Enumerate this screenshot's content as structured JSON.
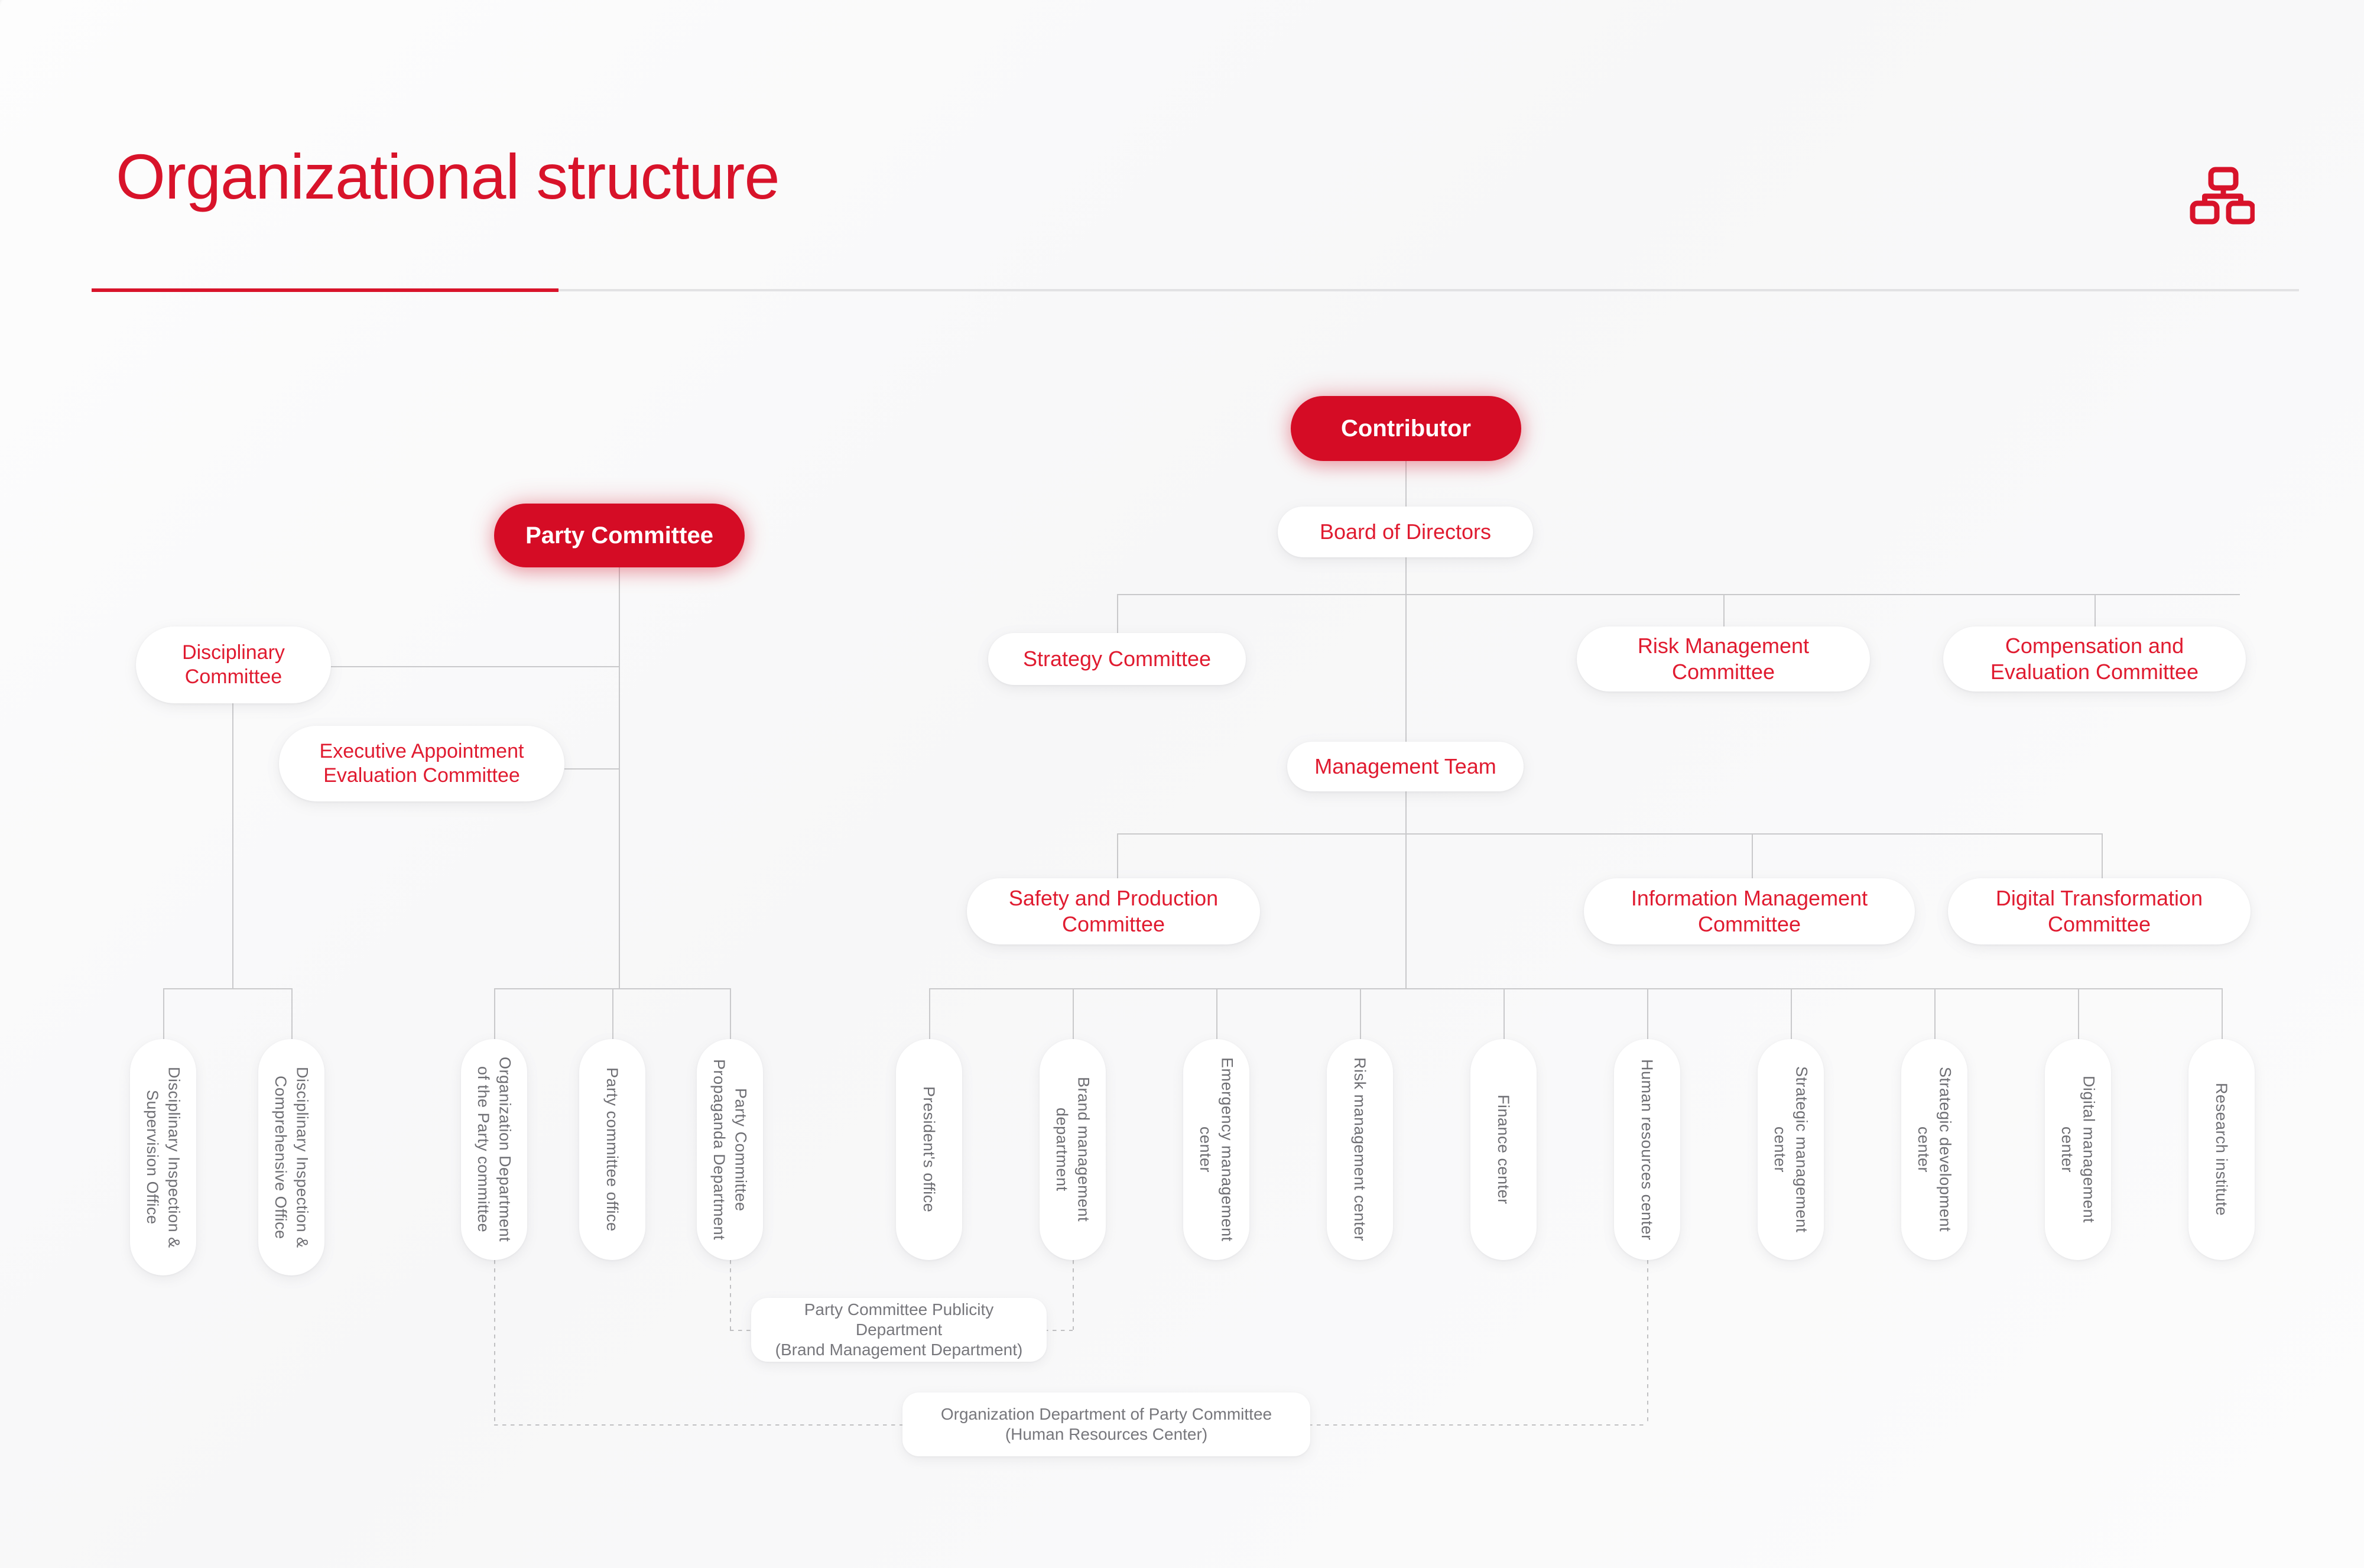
{
  "header": {
    "title": "Organizational structure",
    "icon": "org-chart-icon",
    "accent_color": "#d8132a",
    "rule_color": "#e2e2e4"
  },
  "chart_data": {
    "type": "diagram",
    "diagram_kind": "organizational-chart",
    "colors": {
      "primary_node_fill": "#d50c25",
      "primary_node_text": "#ffffff",
      "committee_node_text": "#e01b30",
      "department_node_text": "#6e6e73",
      "note_node_text": "#77777c",
      "connector": "#c9c9cb"
    },
    "roots": [
      {
        "id": "party_committee",
        "label": "Party Committee",
        "style": "primary"
      },
      {
        "id": "contributor",
        "label": "Contributor",
        "style": "primary"
      }
    ],
    "levels": [
      {
        "name": "level-1",
        "nodes": [
          {
            "id": "board_of_directors",
            "label": "Board of Directors",
            "parent": "contributor",
            "style": "committee"
          }
        ]
      },
      {
        "name": "level-2-party",
        "nodes": [
          {
            "id": "disciplinary_committee",
            "label": "Disciplinary\nCommittee",
            "parent": "party_committee",
            "style": "committee"
          },
          {
            "id": "executive_appointment_evaluation_committee",
            "label": "Executive Appointment\nEvaluation Committee",
            "parent": "party_committee",
            "style": "committee"
          }
        ]
      },
      {
        "name": "level-2-board",
        "nodes": [
          {
            "id": "strategy_committee",
            "label": "Strategy Committee",
            "parent": "board_of_directors",
            "style": "committee"
          },
          {
            "id": "risk_management_committee",
            "label": "Risk Management\nCommittee",
            "parent": "board_of_directors",
            "style": "committee"
          },
          {
            "id": "compensation_and_evaluation_committee",
            "label": "Compensation and\nEvaluation Committee",
            "parent": "board_of_directors",
            "style": "committee"
          }
        ]
      },
      {
        "name": "level-3",
        "nodes": [
          {
            "id": "management_team",
            "label": "Management Team",
            "parent": "board_of_directors",
            "style": "committee"
          }
        ]
      },
      {
        "name": "level-4",
        "nodes": [
          {
            "id": "safety_and_production_committee",
            "label": "Safety and Production\nCommittee",
            "parent": "management_team",
            "style": "committee"
          },
          {
            "id": "information_management_committee",
            "label": "Information Management\nCommittee",
            "parent": "management_team",
            "style": "committee"
          },
          {
            "id": "digital_transformation_committee",
            "label": "Digital Transformation\nCommittee",
            "parent": "management_team",
            "style": "committee"
          }
        ]
      }
    ],
    "departments": [
      {
        "id": "disciplinary_inspection_supervision_office",
        "label": "Disciplinary Inspection &\nSupervision Office",
        "group": "discipline"
      },
      {
        "id": "disciplinary_inspection_comprehensive_office",
        "label": "Disciplinary Inspection &\nComprehensive Office",
        "group": "discipline"
      },
      {
        "id": "organization_department_of_the_party_committee",
        "label": "Organization Department\nof the Party committee",
        "group": "party"
      },
      {
        "id": "party_committee_office",
        "label": "Party committee office",
        "group": "party"
      },
      {
        "id": "party_committee_propaganda_department",
        "label": "Party Committee\nPropaganda Department",
        "group": "party"
      },
      {
        "id": "presidents_office",
        "label": "President's office",
        "group": "management"
      },
      {
        "id": "brand_management_department",
        "label": "Brand management\ndepartment",
        "group": "management"
      },
      {
        "id": "emergency_management_center",
        "label": "Emergency management\ncenter",
        "group": "management"
      },
      {
        "id": "risk_management_center",
        "label": "Risk management center",
        "group": "management"
      },
      {
        "id": "finance_center",
        "label": "Finance center",
        "group": "management"
      },
      {
        "id": "human_resources_center",
        "label": "Human resources center",
        "group": "management"
      },
      {
        "id": "strategic_management_center",
        "label": "Strategic management\ncenter",
        "group": "management"
      },
      {
        "id": "strategic_development_center",
        "label": "Strategic development\ncenter",
        "group": "management"
      },
      {
        "id": "digital_management_center",
        "label": "Digital management\ncenter",
        "group": "management"
      },
      {
        "id": "research_institute",
        "label": "Research institute",
        "group": "management"
      }
    ],
    "notes": [
      {
        "id": "party_committee_publicity_department_note",
        "label": "Party Committee Publicity Department\n(Brand Management Department)",
        "links": [
          "party_committee_propaganda_department",
          "brand_management_department"
        ],
        "link_style": "dotted"
      },
      {
        "id": "organization_department_of_party_committee_note",
        "label": "Organization Department of Party Committee\n(Human Resources Center)",
        "links": [
          "organization_department_of_the_party_committee",
          "human_resources_center"
        ],
        "link_style": "dotted"
      }
    ]
  }
}
